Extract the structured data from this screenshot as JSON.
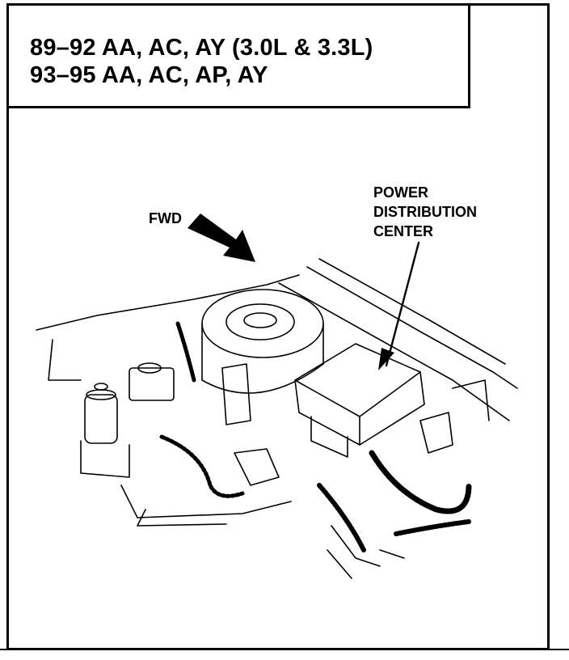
{
  "title": {
    "line1": "89–92 AA, AC, AY (3.0L & 3.3L)",
    "line2": "93–95 AA, AC, AP, AY"
  },
  "labels": {
    "forward": "FWD",
    "component": [
      "POWER",
      "DISTRIBUTION",
      "CENTER"
    ]
  }
}
